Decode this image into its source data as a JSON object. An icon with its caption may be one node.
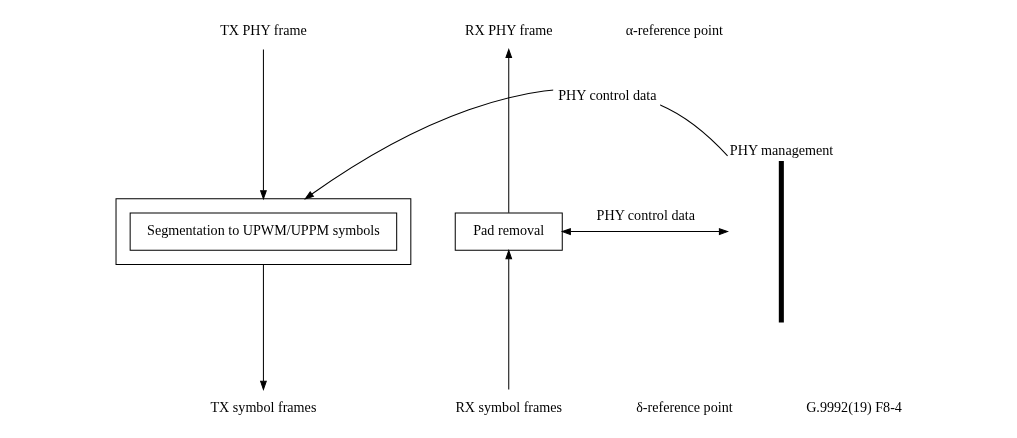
{
  "diagram": {
    "nodes": [
      {
        "text": [
          "TX PHY frame"
        ]
      },
      {
        "text": [
          "RX PHY frame"
        ]
      },
      {
        "text": [
          "PHY management"
        ]
      },
      {
        "text": [],
        "shape": "box"
      },
      {
        "text": [
          "Segmentation to UPWM/UPPM symbols"
        ],
        "in": 3
      },
      {
        "text": [
          "Pad removal"
        ]
      },
      {
        "text": [
          "TX symbol frames"
        ]
      },
      {
        "text": [
          "RX symbol frames"
        ]
      }
    ],
    "edges": [
      {
        "from": 0,
        "to": 3,
        "arrow": "to"
      },
      {
        "from": 3,
        "to": 6,
        "arrow": "to"
      },
      {
        "from": 5,
        "to": 1,
        "arrow": "to"
      },
      {
        "from": 7,
        "to": 5,
        "arrow": "to"
      },
      {
        "from": 2,
        "to": 3,
        "label": "PHY control data",
        "arrow": "to"
      },
      {
        "from": 5,
        "to": 2,
        "label": "PHY control data",
        "arrow": "both"
      }
    ],
    "labels": [
      "α-reference point",
      "δ-reference point",
      "G.9992(19) F8-4"
    ]
  }
}
